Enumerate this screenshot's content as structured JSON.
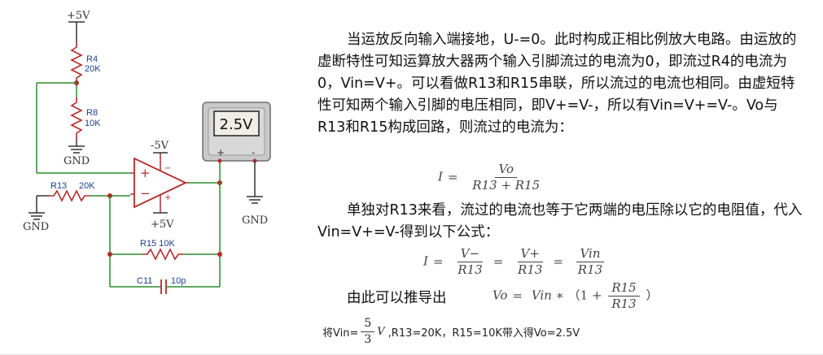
{
  "circuit": {
    "vplus_top": "+5V",
    "r4_name": "R4",
    "r4_value": "20K",
    "r8_name": "R8",
    "r8_value": "10K",
    "gnd": "GND",
    "vneg": "-5V",
    "vpos_bottom": "+5V",
    "r13_name": "R13",
    "r13_value": "20K",
    "r15_label": "R15 10K",
    "c11_name": "C11",
    "c11_value": "10p",
    "opamp_plus": "+",
    "opamp_minus": "−",
    "meter_reading": "2.5V",
    "meter_plus": "+",
    "meter_minus": "-",
    "colors": {
      "wire": "#2e8b2e",
      "component": "#b52a2a",
      "meter_body": "#8a8a8a",
      "label": "#1b3f8f"
    }
  },
  "explanation": {
    "paragraph1": "当运放反向输入端接地，U-=0。此时构成正相比例放大电路。由运放的虚断特性可知运算放大器两个输入引脚流过的电流为0，即流过R4的电流为0，Vin=V+。可以看做R13和R15串联，所以流过的电流也相同。由虚短特性可知两个输入引脚的电压相同，即V+=V-，所以有Vin=V+=V-。Vo与R13和R15构成回路，则流过的电流为：",
    "eq1": {
      "lhs": "I",
      "num": "Vo",
      "den": "R13 + R15"
    },
    "paragraph2": "单独对R13来看，流过的电流也等于它两端的电压除以它的电阻值，代入Vin=V+=V-得到以下公式：",
    "eq2": {
      "lhs": "I",
      "f1_num": "V−",
      "f1_den": "R13",
      "f2_num": "V+",
      "f2_den": "R13",
      "f3_num": "Vin",
      "f3_den": "R13"
    },
    "derive_label": "由此可以推导出",
    "eq3": {
      "lhs": "Vo",
      "mid": "Vin ∗",
      "open": "（1 +",
      "num": "R15",
      "den": "R13",
      "close": "）"
    },
    "final_prefix": "将Vin=",
    "final_num": "5",
    "final_den": "3",
    "final_unit": "V",
    "final_suffix": ",R13=20K，R15=10K带入得Vo=2.5V"
  }
}
